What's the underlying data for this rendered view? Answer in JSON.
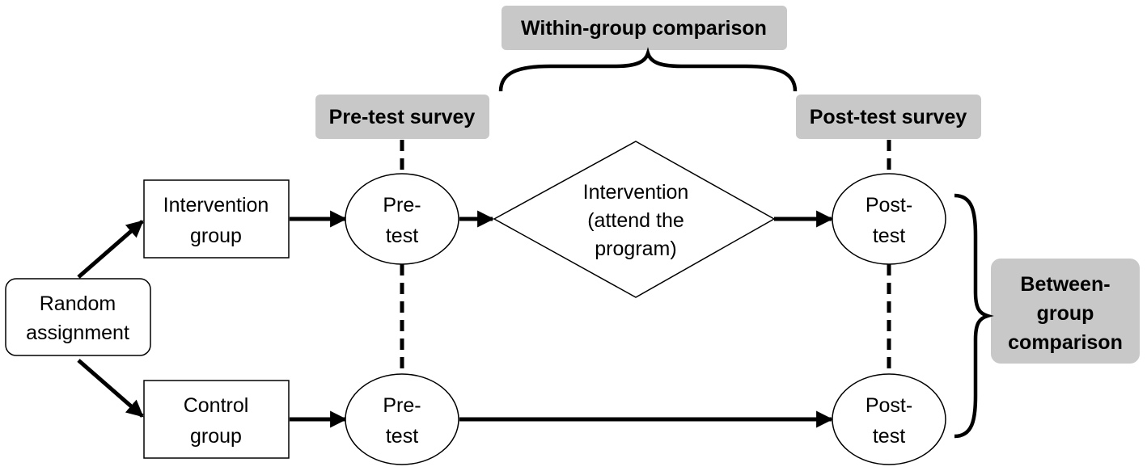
{
  "nodes": {
    "random_assignment": [
      "Random",
      "assignment"
    ],
    "intervention_group": [
      "Intervention",
      "group"
    ],
    "control_group": [
      "Control",
      "group"
    ],
    "pretest_intervention": [
      "Pre-",
      "test"
    ],
    "pretest_control": [
      "Pre-",
      "test"
    ],
    "intervention": [
      "Intervention",
      "(attend the",
      "program)"
    ],
    "posttest_intervention": [
      "Post-",
      "test"
    ],
    "posttest_control": [
      "Post-",
      "test"
    ]
  },
  "labels": {
    "within_group": "Within-group comparison",
    "pretest_survey": "Pre-test survey",
    "posttest_survey": "Post-test survey",
    "between_group": [
      "Between-",
      "group",
      "comparison"
    ]
  },
  "colors": {
    "tag_fill": "#c8c8c8",
    "line": "#000000",
    "node_fill": "#ffffff"
  }
}
